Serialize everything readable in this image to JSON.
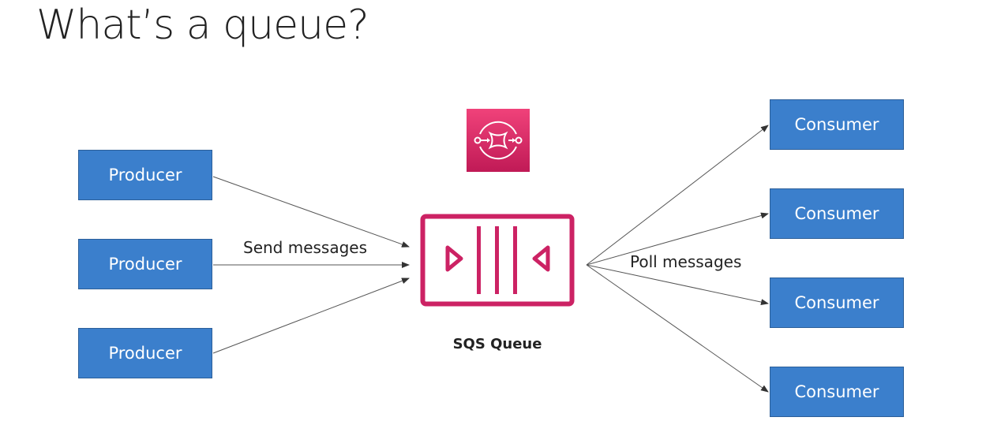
{
  "title": "What’s a queue?",
  "producers": [
    {
      "label": "Producer"
    },
    {
      "label": "Producer"
    },
    {
      "label": "Producer"
    }
  ],
  "consumers": [
    {
      "label": "Consumer"
    },
    {
      "label": "Consumer"
    },
    {
      "label": "Consumer"
    },
    {
      "label": "Consumer"
    }
  ],
  "edges": {
    "send_label": "Send messages",
    "poll_label": "Poll messages"
  },
  "queue": {
    "label": "SQS Queue",
    "icon": "sqs-icon"
  },
  "colors": {
    "box_fill": "#3b7fcc",
    "box_text": "#ffffff",
    "accent": "#cc2264",
    "icon_gradient_top": "#f0427a",
    "icon_gradient_bottom": "#c01a56"
  }
}
